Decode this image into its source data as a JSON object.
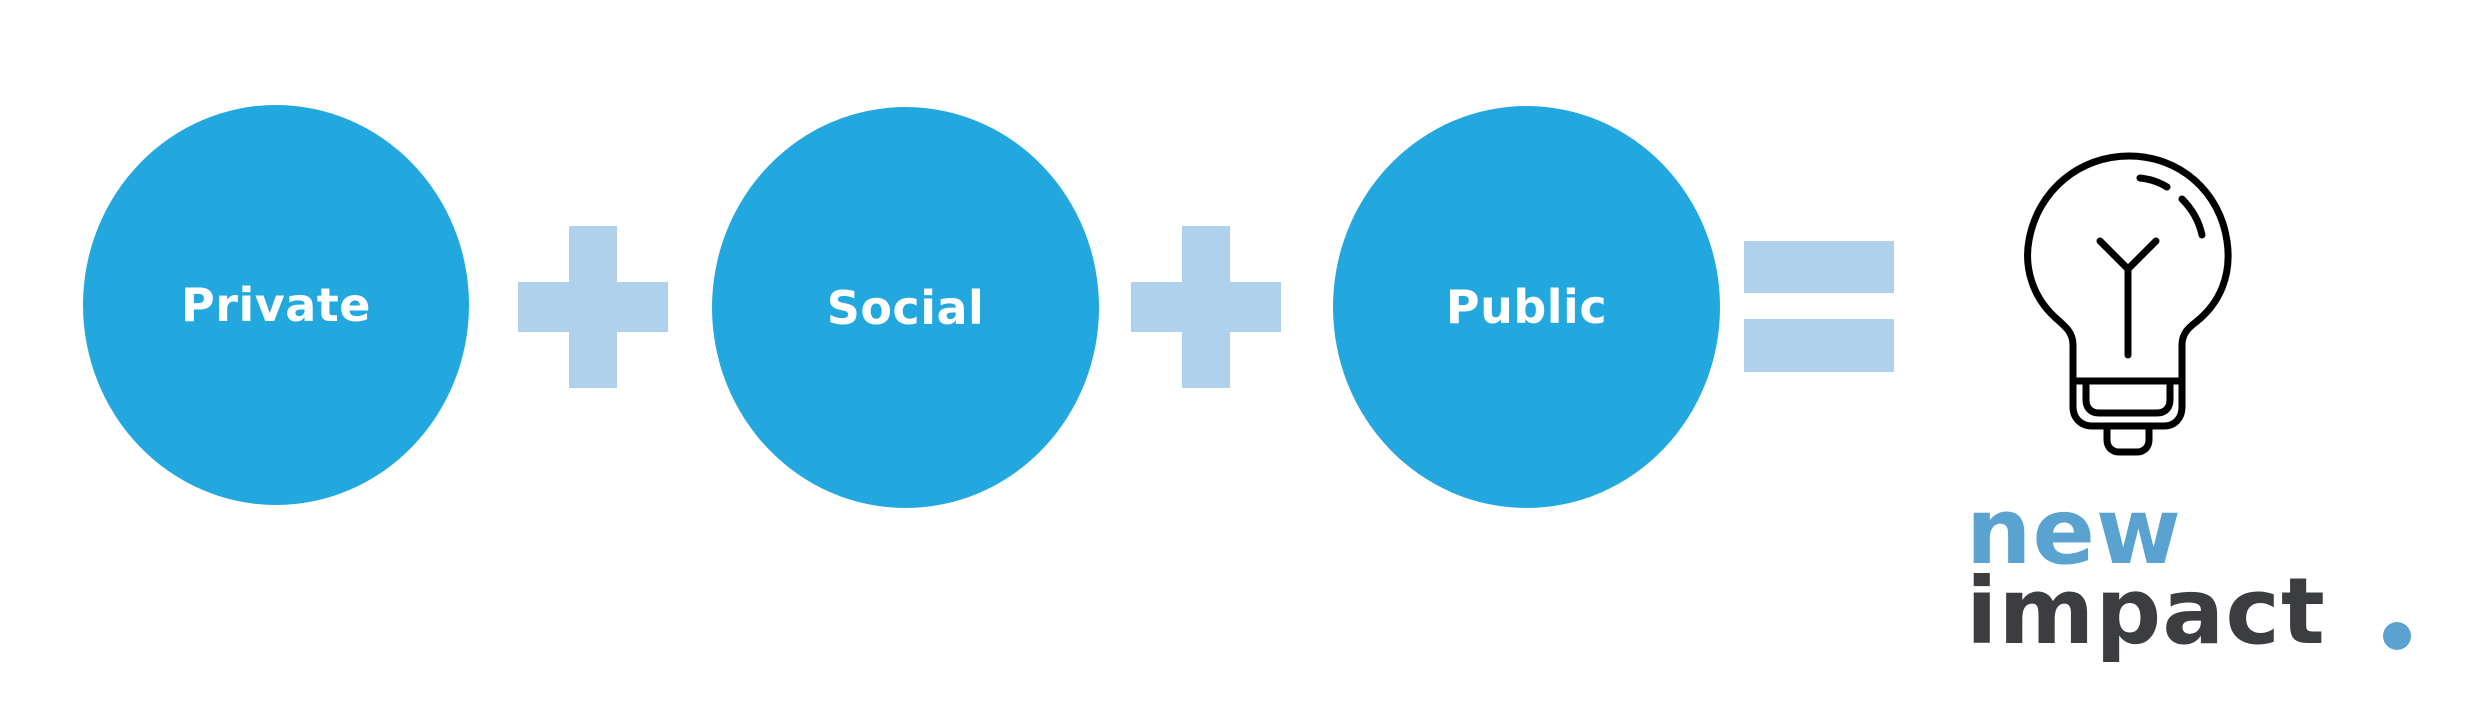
{
  "circles": {
    "private": "Private",
    "social": "Social",
    "public": "Public"
  },
  "operators": {
    "first": "plus-icon",
    "second": "plus-icon",
    "result": "equals-icon"
  },
  "logo": {
    "line1": "new",
    "line2": "impact",
    "icon": "lightbulb-icon"
  },
  "colors": {
    "circle": "#22a7df",
    "operator": "#b0d1eb",
    "logo_accent": "#5aa3d0",
    "logo_dark": "#3b3d40"
  }
}
